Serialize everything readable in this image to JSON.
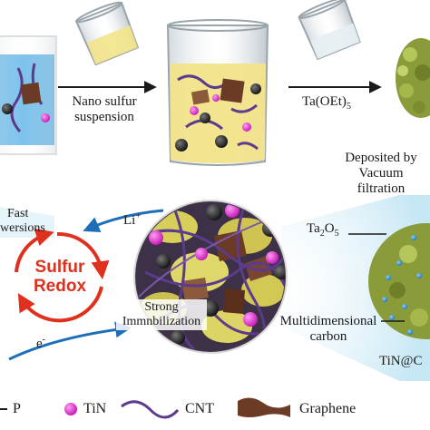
{
  "labels": {
    "nano_sulfur_line1": "Nano sulfur",
    "nano_sulfur_line2": "suspension",
    "ta_oet_base": "Ta(OEt)",
    "ta_oet_sub": "5",
    "deposited_line1": "Deposited by",
    "deposited_line2": "Vacuum",
    "deposited_line3": "filtration",
    "fast_line1": "Fast",
    "fast_line2": "wersions",
    "li_base": "Li",
    "li_sup": "+",
    "e_base": "e",
    "e_sup": "-",
    "sulfur_redox_line1": "Sulfur",
    "sulfur_redox_line2": "Redox",
    "strong_line1": "Strong",
    "strong_line2": "Immnbilization",
    "ta2o5_base": "Ta",
    "ta2o5_sub1": "2",
    "ta2o5_mid": "O",
    "ta2o5_sub2": "5",
    "multi_line1": "Multidimensional",
    "multi_line2": "carbon",
    "tin_at": "TiN@C"
  },
  "legend": {
    "p_label": "P",
    "tin_label": "TiN",
    "cnt_label": "CNT",
    "graphene_label": "Graphene"
  },
  "colors": {
    "blue_liquid": "#5bb3e6",
    "yellow_liquid": "#f2e38a",
    "sulfur_yellow": "#d8cf5a",
    "tin_magenta": "#e53ad8",
    "cnt_purple": "#5c3b8c",
    "graphene_brown": "#6b3b25",
    "redox_red": "#e0301e",
    "arrow_blue": "#1f6fb8",
    "ta2o5_blue": "#2f8fd8",
    "sphere_green": "#8a9c3a"
  },
  "icons": {
    "beaker": "beaker-icon",
    "pour_beaker": "pour-beaker-icon",
    "process_arrow": "arrow-right-icon",
    "redox_cycle": "cycle-arrows-icon"
  }
}
